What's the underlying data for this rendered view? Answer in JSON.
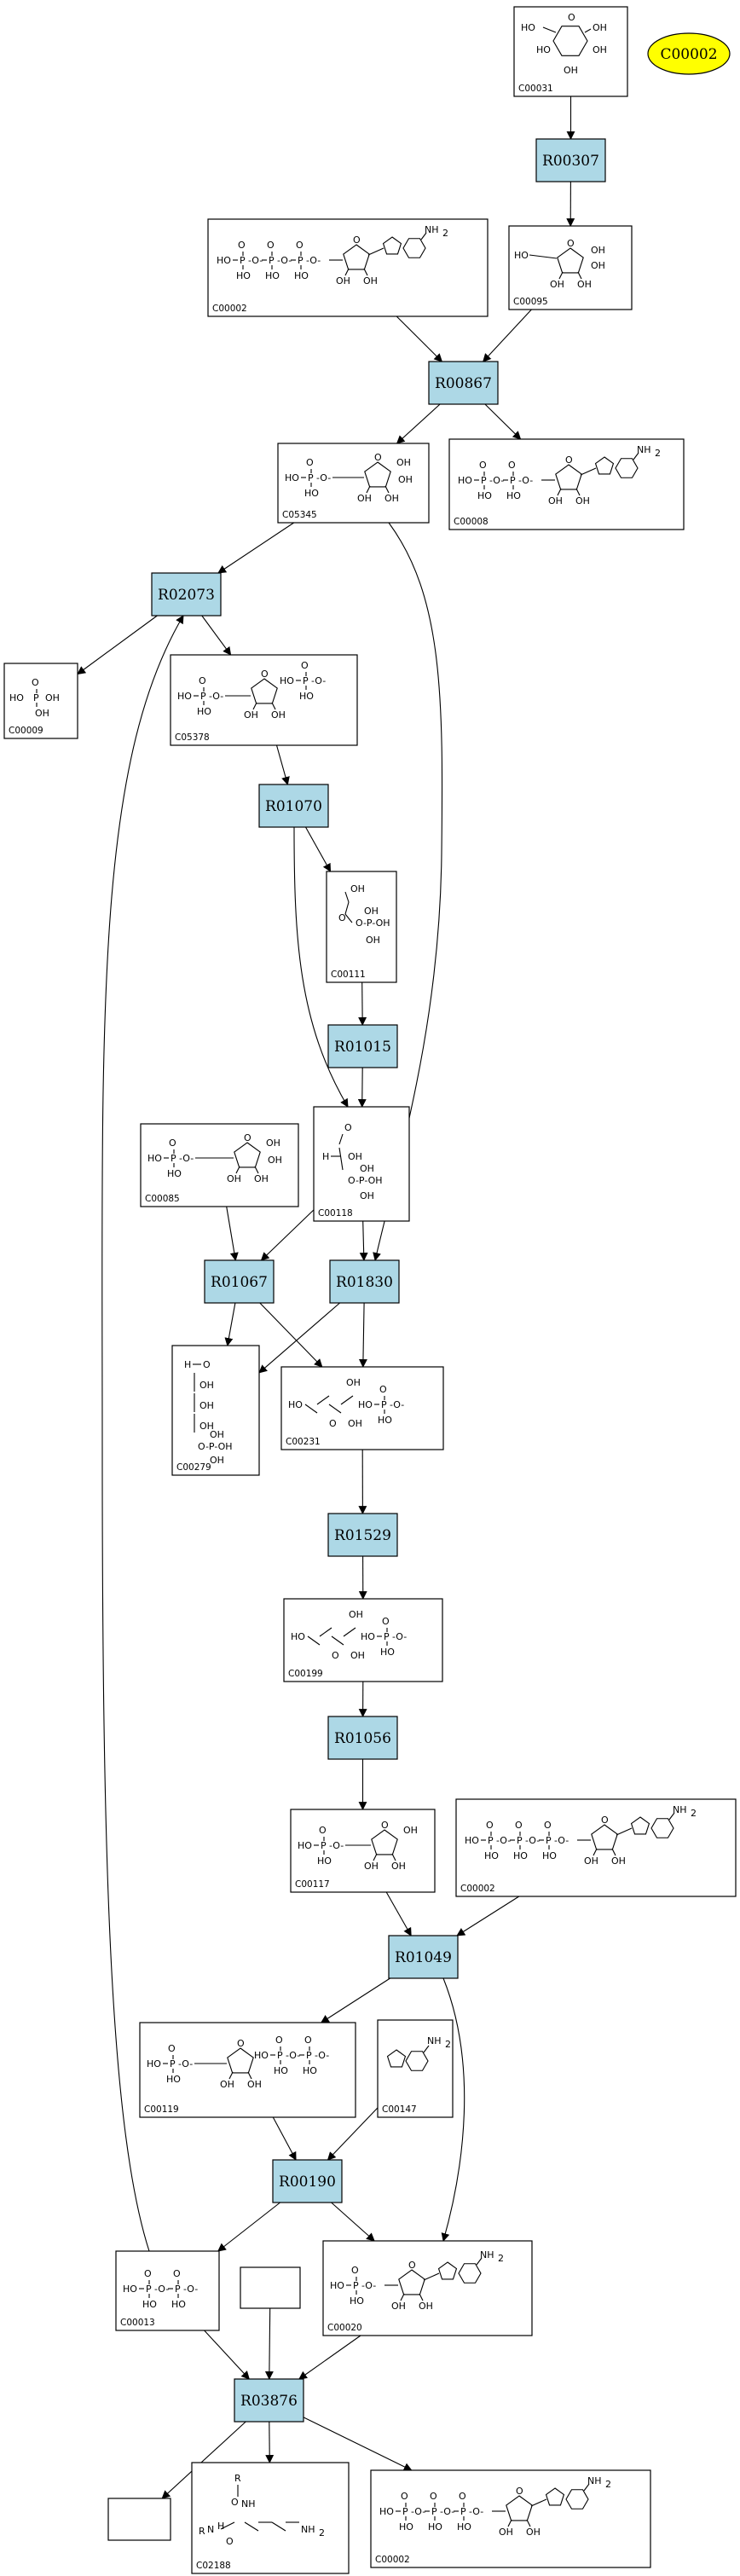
{
  "colors": {
    "reaction_fill": "#add8e6",
    "highlight_fill": "#ffff00",
    "compound_fill": "#ffffff",
    "stroke": "#000000"
  },
  "highlight": {
    "label": "C00002"
  },
  "reactions": [
    {
      "id": "R00307",
      "label": "R00307"
    },
    {
      "id": "R00867",
      "label": "R00867"
    },
    {
      "id": "R02073",
      "label": "R02073"
    },
    {
      "id": "R01070",
      "label": "R01070"
    },
    {
      "id": "R01015",
      "label": "R01015"
    },
    {
      "id": "R01067",
      "label": "R01067"
    },
    {
      "id": "R01830",
      "label": "R01830"
    },
    {
      "id": "R01529",
      "label": "R01529"
    },
    {
      "id": "R01056",
      "label": "R01056"
    },
    {
      "id": "R01049",
      "label": "R01049"
    },
    {
      "id": "R00190",
      "label": "R00190"
    },
    {
      "id": "R03876",
      "label": "R03876"
    }
  ],
  "compounds": [
    {
      "id": "c00031",
      "label": "C00031",
      "glyph": "hexose"
    },
    {
      "id": "c00002a",
      "label": "C00002",
      "glyph": "atp"
    },
    {
      "id": "c00095",
      "label": "C00095",
      "glyph": "furanose"
    },
    {
      "id": "c05345",
      "label": "C05345",
      "glyph": "furanose-p"
    },
    {
      "id": "c00008",
      "label": "C00008",
      "glyph": "adp"
    },
    {
      "id": "c00009",
      "label": "C00009",
      "glyph": "pi"
    },
    {
      "id": "c05378",
      "label": "C05378",
      "glyph": "furanose-bisp"
    },
    {
      "id": "c00111",
      "label": "C00111",
      "glyph": "dhap"
    },
    {
      "id": "c00085",
      "label": "C00085",
      "glyph": "furanose-p"
    },
    {
      "id": "c00118",
      "label": "C00118",
      "glyph": "g3p"
    },
    {
      "id": "c00279",
      "label": "C00279",
      "glyph": "e4p"
    },
    {
      "id": "c00231",
      "label": "C00231",
      "glyph": "ketopentose-p"
    },
    {
      "id": "c00199",
      "label": "C00199",
      "glyph": "ketopentose-p"
    },
    {
      "id": "c00117",
      "label": "C00117",
      "glyph": "ribose-p"
    },
    {
      "id": "c00002b",
      "label": "C00002",
      "glyph": "atp"
    },
    {
      "id": "c00119",
      "label": "C00119",
      "glyph": "prpp"
    },
    {
      "id": "c00147",
      "label": "C00147",
      "glyph": "adenine"
    },
    {
      "id": "c00013",
      "label": "C00013",
      "glyph": "ppi"
    },
    {
      "id": "blank1",
      "label": "",
      "glyph": "none"
    },
    {
      "id": "c00020",
      "label": "C00020",
      "glyph": "amp"
    },
    {
      "id": "blank2",
      "label": "",
      "glyph": "none"
    },
    {
      "id": "c02188",
      "label": "C02188",
      "glyph": "lysine"
    },
    {
      "id": "c00002c",
      "label": "C00002",
      "glyph": "atp"
    }
  ],
  "edges": [
    {
      "from": "c00031",
      "to": "R00307"
    },
    {
      "from": "R00307",
      "to": "c00095"
    },
    {
      "from": "c00002a",
      "to": "R00867"
    },
    {
      "from": "c00095",
      "to": "R00867"
    },
    {
      "from": "R00867",
      "to": "c05345"
    },
    {
      "from": "R00867",
      "to": "c00008"
    },
    {
      "from": "c05345",
      "to": "R02073"
    },
    {
      "from": "c05345",
      "to": "R01830"
    },
    {
      "from": "R02073",
      "to": "c00009"
    },
    {
      "from": "R02073",
      "to": "c05378"
    },
    {
      "from": "c05378",
      "to": "R01070"
    },
    {
      "from": "R01070",
      "to": "c00111"
    },
    {
      "from": "R01070",
      "to": "c00118"
    },
    {
      "from": "c00111",
      "to": "R01015"
    },
    {
      "from": "R01015",
      "to": "c00118"
    },
    {
      "from": "c00085",
      "to": "R01067"
    },
    {
      "from": "c00118",
      "to": "R01067"
    },
    {
      "from": "c00118",
      "to": "R01830"
    },
    {
      "from": "R01067",
      "to": "c00279"
    },
    {
      "from": "R01067",
      "to": "c00231"
    },
    {
      "from": "R01830",
      "to": "c00279"
    },
    {
      "from": "R01830",
      "to": "c00231"
    },
    {
      "from": "c00231",
      "to": "R01529"
    },
    {
      "from": "R01529",
      "to": "c00199"
    },
    {
      "from": "c00199",
      "to": "R01056"
    },
    {
      "from": "R01056",
      "to": "c00117"
    },
    {
      "from": "c00117",
      "to": "R01049"
    },
    {
      "from": "c00002b",
      "to": "R01049"
    },
    {
      "from": "R01049",
      "to": "c00119"
    },
    {
      "from": "R01049",
      "to": "c00020"
    },
    {
      "from": "c00119",
      "to": "R00190"
    },
    {
      "from": "c00147",
      "to": "R00190"
    },
    {
      "from": "R00190",
      "to": "c00013"
    },
    {
      "from": "R00190",
      "to": "c00020"
    },
    {
      "from": "c00013",
      "to": "R02073"
    },
    {
      "from": "c00013",
      "to": "R03876"
    },
    {
      "from": "blank1",
      "to": "R03876"
    },
    {
      "from": "c00020",
      "to": "R03876"
    },
    {
      "from": "R03876",
      "to": "blank2"
    },
    {
      "from": "R03876",
      "to": "c02188"
    },
    {
      "from": "R03876",
      "to": "c00002c"
    }
  ]
}
